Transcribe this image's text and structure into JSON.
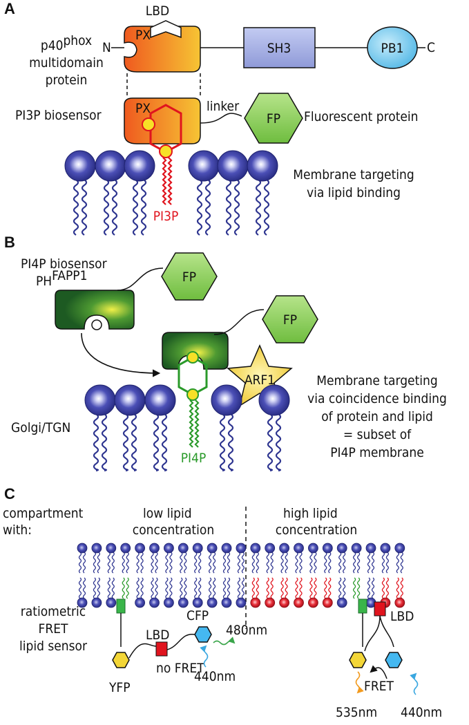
{
  "panels": {
    "a": "A",
    "b": "B",
    "c": "C"
  },
  "panel_a": {
    "lbd_label": "LBD",
    "protein_name": "p40",
    "protein_sup": "phox",
    "protein_line2": "multidomain",
    "protein_line3": "protein",
    "n_term": "N",
    "c_term": "C",
    "px": "PX",
    "sh3": "SH3",
    "pb1": "PB1",
    "biosensor": "PI3P biosensor",
    "linker": "linker",
    "fp": "FP",
    "fluor": "Fluorescent protein",
    "targeting_1": "Membrane targeting",
    "targeting_2": "via lipid binding",
    "lipid": "PI3P"
  },
  "panel_b": {
    "biosensor": "PI4P biosensor",
    "ph": "PH",
    "ph_sup": "FAPP1",
    "fp": "FP",
    "arf": "ARF1",
    "golgi": "Golgi/TGN",
    "lipid": "PI4P",
    "desc": [
      "Membrane targeting",
      "via coincidence binding",
      "of protein and lipid",
      "= subset of",
      "PI4P membrane"
    ]
  },
  "panel_c": {
    "compartment_1": "compartment",
    "compartment_2": "with:",
    "low": "low",
    "high": "high",
    "lipid_word": "lipid",
    "concentration": "concentration",
    "sensor": [
      "ratiometric",
      "FRET",
      "lipid sensor"
    ],
    "lbd": "LBD",
    "cfp": "CFP",
    "yfp": "YFP",
    "no_fret": "no FRET",
    "fret": "FRET",
    "nm_480": "480nm",
    "nm_440": "440nm",
    "nm_535": "535nm"
  },
  "colors": {
    "head_blue": "#3a3f9c",
    "tail_blue": "#2e3590",
    "lipid_red": "#e0141e",
    "lipid_green": "#2a9a2a",
    "px_orange": "#f06a1e",
    "fp_green": "#8cd05c",
    "sh3_fill": "#aab4e6",
    "pb1_fill": "#90d4f2",
    "ph_green": "#2e7d32",
    "arf_yellow": "#f7dc4c",
    "yfp_yellow": "#f3d637",
    "cfp_blue": "#45b8f0"
  }
}
